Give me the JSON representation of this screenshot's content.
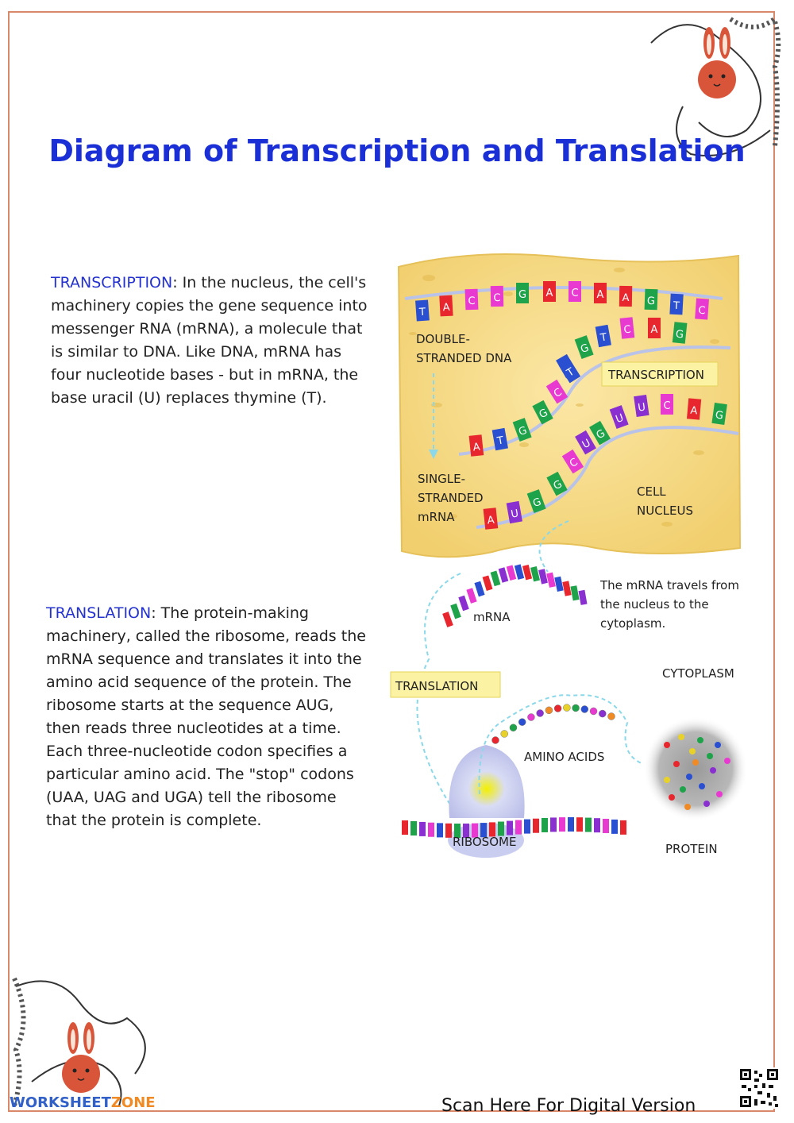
{
  "title": "Diagram of Transcription and Translation",
  "transcription": {
    "keyword": "TRANSCRIPTION",
    "text": ": In the nucleus, the cell's machinery copies the gene sequence into messenger RNA (mRNA), a molecule that is similar to DNA. Like DNA, mRNA has four nucleotide bases - but in mRNA, the base uracil (U) replaces thymine (T)."
  },
  "translation": {
    "keyword": "TRANSLATION",
    "text": ": The protein-making machinery, called the ribosome, reads the mRNA sequence and translates it into the amino acid sequence of the protein. The ribosome starts at the sequence AUG, then reads three nucleotides at a time. Each three-nucleotide codon specifies a particular amino acid. The \"stop\" codons (UAA, UAG and UGA) tell the ribosome that the protein is complete."
  },
  "diagram": {
    "labels": {
      "dna_line1": "DOUBLE-",
      "dna_line2": "STRANDED DNA",
      "transcription_box": "TRANSCRIPTION",
      "mrna_line1": "SINGLE-",
      "mrna_line2": "STRANDED",
      "mrna_line3": "mRNA",
      "nucleus_line1": "CELL",
      "nucleus_line2": "NUCLEUS",
      "mrna": "mRNA",
      "travel_line1": "The mRNA travels from",
      "travel_line2": "the nucleus to the",
      "travel_line3": "cytoplasm.",
      "cytoplasm": "CYTOPLASM",
      "translation_box": "TRANSLATION",
      "amino_acids": "AMINO ACIDS",
      "ribosome": "RIBOSOME",
      "protein": "PROTEIN"
    },
    "top_strand_bases": [
      "T",
      "A",
      "C",
      "C",
      "G",
      "A",
      "C",
      "A",
      "A",
      "G",
      "T",
      "C"
    ],
    "dna_middle_bases": [
      "T",
      "G",
      "T",
      "C",
      "A",
      "G"
    ],
    "dna_lower_bases": [
      "A",
      "T",
      "G",
      "G",
      "C",
      "T"
    ],
    "mrna_upper_bases": [
      "G",
      "U",
      "U",
      "C",
      "A",
      "G"
    ],
    "mrna_lower_bases": [
      "A",
      "U",
      "G",
      "G",
      "C",
      "U"
    ],
    "base_colors": {
      "A": "#e8262e",
      "T": "#2a4fd0",
      "C": "#e83ad0",
      "G": "#1fa34a",
      "U": "#8a2fd0"
    }
  },
  "footer": {
    "brand_main": "WORKSHEET",
    "brand_accent": "ZONE",
    "scan": "Scan Here For Digital Version"
  }
}
